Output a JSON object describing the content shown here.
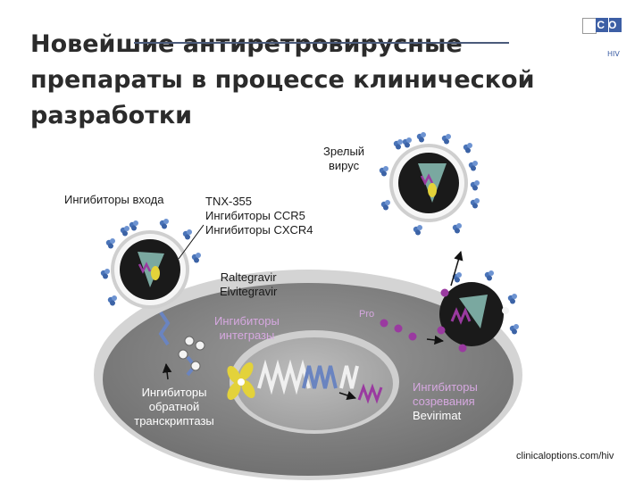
{
  "slide": {
    "title": "Новейшие антиретровирусные препараты в процессе клинической разработки",
    "logo_text": "CCO",
    "logo_sub": "HIV",
    "credit": "clinicaloptions.com/hiv"
  },
  "labels": {
    "mature_virus": [
      "Зрелый",
      "вирус"
    ],
    "entry_inhibitors": "Ингибиторы входа",
    "entry_drugs": [
      "TNX-355",
      "Ингибиторы CCR5",
      "Ингибиторы CXCR4"
    ],
    "integrase_drugs": [
      "Raltegravir",
      "Elvitegravir"
    ],
    "integrase_inhibitors": [
      "Ингибиторы",
      "интегразы"
    ],
    "pro": "Pro",
    "rt_inhibitors": [
      "Ингибиторы",
      "обратной",
      "транскриптазы"
    ],
    "maturation_inhibitors": [
      "Ингибиторы",
      "созревания"
    ],
    "maturation_drug": "Bevirimat"
  },
  "colors": {
    "cell_outer": "#7a7a7a",
    "cell_inner": "#d8d8d8",
    "nucleus_outer": "#c8c8c8",
    "nucleus_inner": "#a5a5a5",
    "virion_shell": "#1a1a1a",
    "spike": "#4a74b8",
    "capsid": "#7aa8a0",
    "rna": "#9a3aa0",
    "dna_blue": "#6a84c0",
    "enzyme_yellow": "#e3d23a",
    "logo_blue": "#3d5fa5"
  }
}
